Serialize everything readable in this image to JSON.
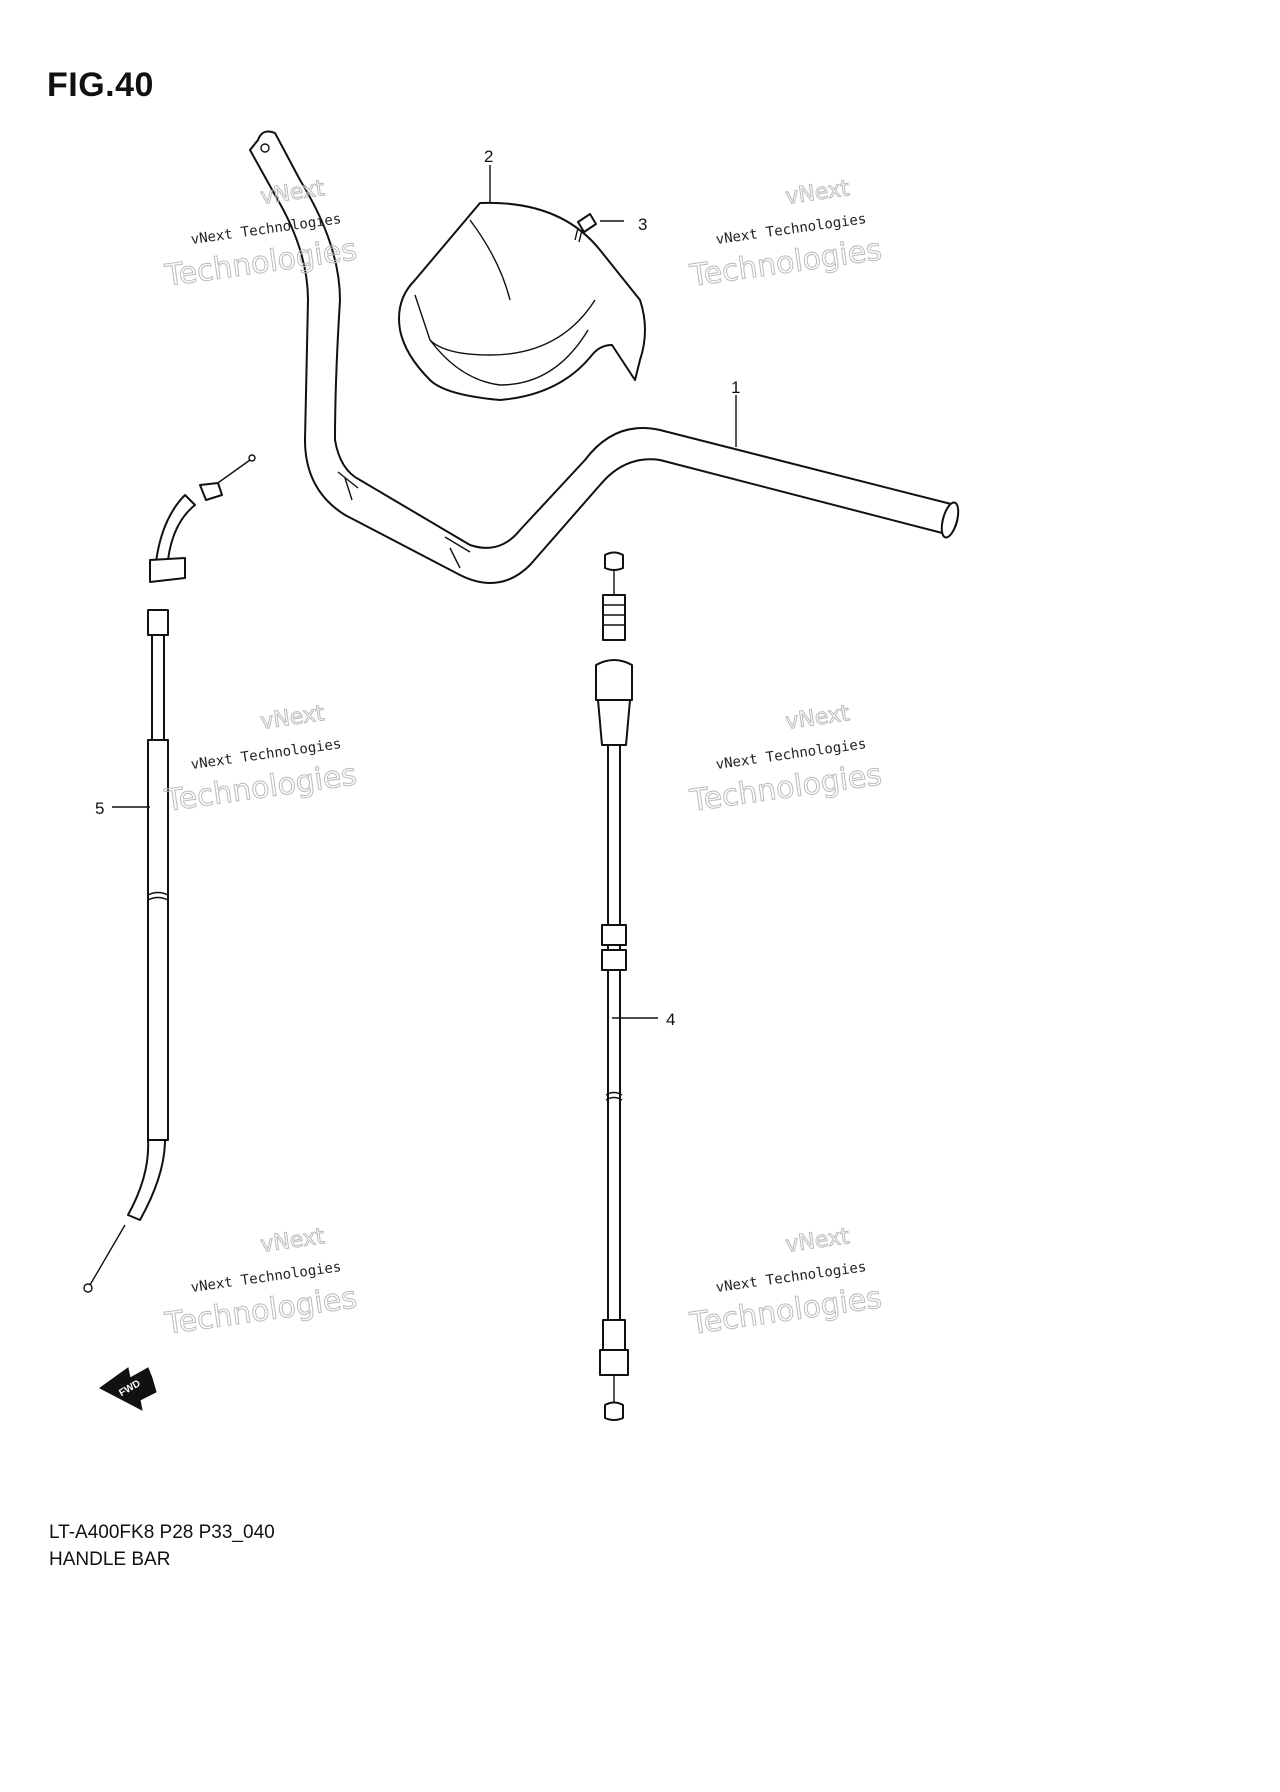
{
  "figure": {
    "title": "FIG.40",
    "model_code": "LT-A400FK8 P28 P33_040",
    "section_name": "HANDLE BAR"
  },
  "callouts": [
    {
      "id": "handlebar",
      "number": "1"
    },
    {
      "id": "cover",
      "number": "2"
    },
    {
      "id": "screw",
      "number": "3"
    },
    {
      "id": "throttle-cable",
      "number": "4"
    },
    {
      "id": "brake-cable",
      "number": "5"
    }
  ],
  "watermark": {
    "line1": "vNext Technologies",
    "line2": "Technologies",
    "line3": "vNext"
  },
  "direction_badge": "FWD"
}
